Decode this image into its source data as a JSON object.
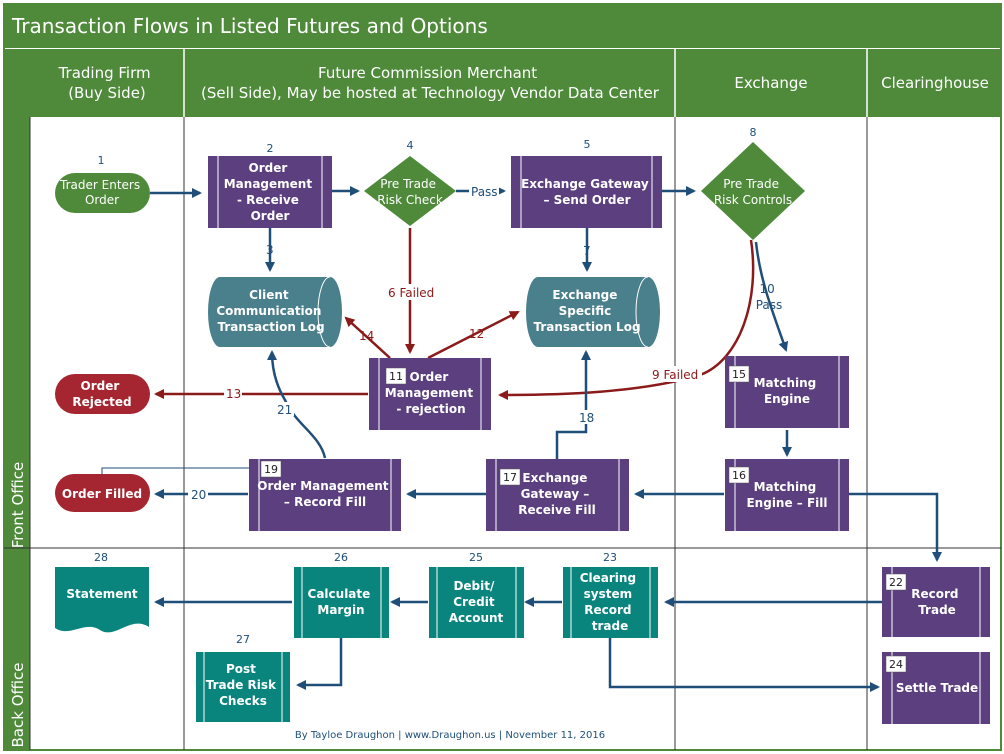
{
  "title": "Transaction Flows in Listed Futures and Options",
  "columns": {
    "trading_firm": [
      "Trading Firm",
      "(Buy Side)"
    ],
    "fcm": [
      "Future Commission Merchant",
      "(Sell Side), May be hosted at Technology Vendor Data Center"
    ],
    "exchange": [
      "Exchange"
    ],
    "clearinghouse": [
      "Clearinghouse"
    ]
  },
  "rows": {
    "front_office": "Front Office",
    "back_office": "Back Office"
  },
  "nodes": {
    "n1": {
      "num": "1",
      "lines": [
        "Trader Enters",
        "Order"
      ]
    },
    "n2": {
      "num": "2",
      "lines": [
        "Order",
        "Management",
        "- Receive",
        "Order"
      ]
    },
    "n4": {
      "num": "4",
      "lines": [
        "Pre Trade",
        "Risk Check"
      ]
    },
    "n5": {
      "num": "5",
      "lines": [
        "Exchange Gateway",
        "– Send Order"
      ]
    },
    "n8": {
      "num": "8",
      "lines": [
        "Pre Trade",
        "Risk Controls"
      ]
    },
    "log_client": {
      "lines": [
        "Client",
        "Communication",
        "Transaction Log"
      ]
    },
    "log_exchange": {
      "lines": [
        "Exchange",
        "Specific",
        "Transaction Log"
      ]
    },
    "n11": {
      "num": "11",
      "lines": [
        "Order",
        "Management",
        "- rejection"
      ]
    },
    "rejected": {
      "lines": [
        "Order",
        "Rejected"
      ]
    },
    "n15": {
      "num": "15",
      "lines": [
        "Matching",
        "Engine"
      ]
    },
    "n16": {
      "num": "16",
      "lines": [
        "Matching",
        "Engine – Fill"
      ]
    },
    "n17": {
      "num": "17",
      "lines": [
        "Exchange",
        "Gateway –",
        "Receive Fill"
      ]
    },
    "n19": {
      "num": "19",
      "lines": [
        "Order Management",
        "– Record Fill"
      ]
    },
    "filled": {
      "lines": [
        "Order Filled"
      ]
    },
    "n22": {
      "num": "22",
      "lines": [
        "Record",
        "Trade"
      ]
    },
    "n23": {
      "num": "23",
      "lines": [
        "Clearing",
        "system",
        "Record",
        "trade"
      ]
    },
    "n24": {
      "num": "24",
      "lines": [
        "Settle Trade"
      ]
    },
    "n25": {
      "num": "25",
      "lines": [
        "Debit/",
        "Credit",
        "Account"
      ]
    },
    "n26": {
      "num": "26",
      "lines": [
        "Calculate",
        "Margin"
      ]
    },
    "n27": {
      "num": "27",
      "lines": [
        "Post",
        "Trade Risk",
        "Checks"
      ]
    },
    "n28": {
      "num": "28",
      "lines": [
        "Statement"
      ]
    }
  },
  "edge_labels": {
    "e3": "3",
    "pass": "Pass",
    "e6": "6 Failed",
    "e7": "7",
    "e9": "9 Failed",
    "e10": [
      "10",
      "Pass"
    ],
    "e12": "12",
    "e13": "13",
    "e14": "14",
    "e18": "18",
    "e20": "20",
    "e21": "21"
  },
  "credit": "By Tayloe Draughon | www.Draughon.us | November 11, 2016",
  "colors": {
    "header_green": "#4e8a3a",
    "purple": "#5b3f7f",
    "teal_box": "#0a857e",
    "teal_cyl": "#4a7f8c",
    "green_term": "#4f8a3a",
    "red_term": "#a52630",
    "arrow_blue": "#1f4e79",
    "arrow_red": "#8b1a1a"
  }
}
